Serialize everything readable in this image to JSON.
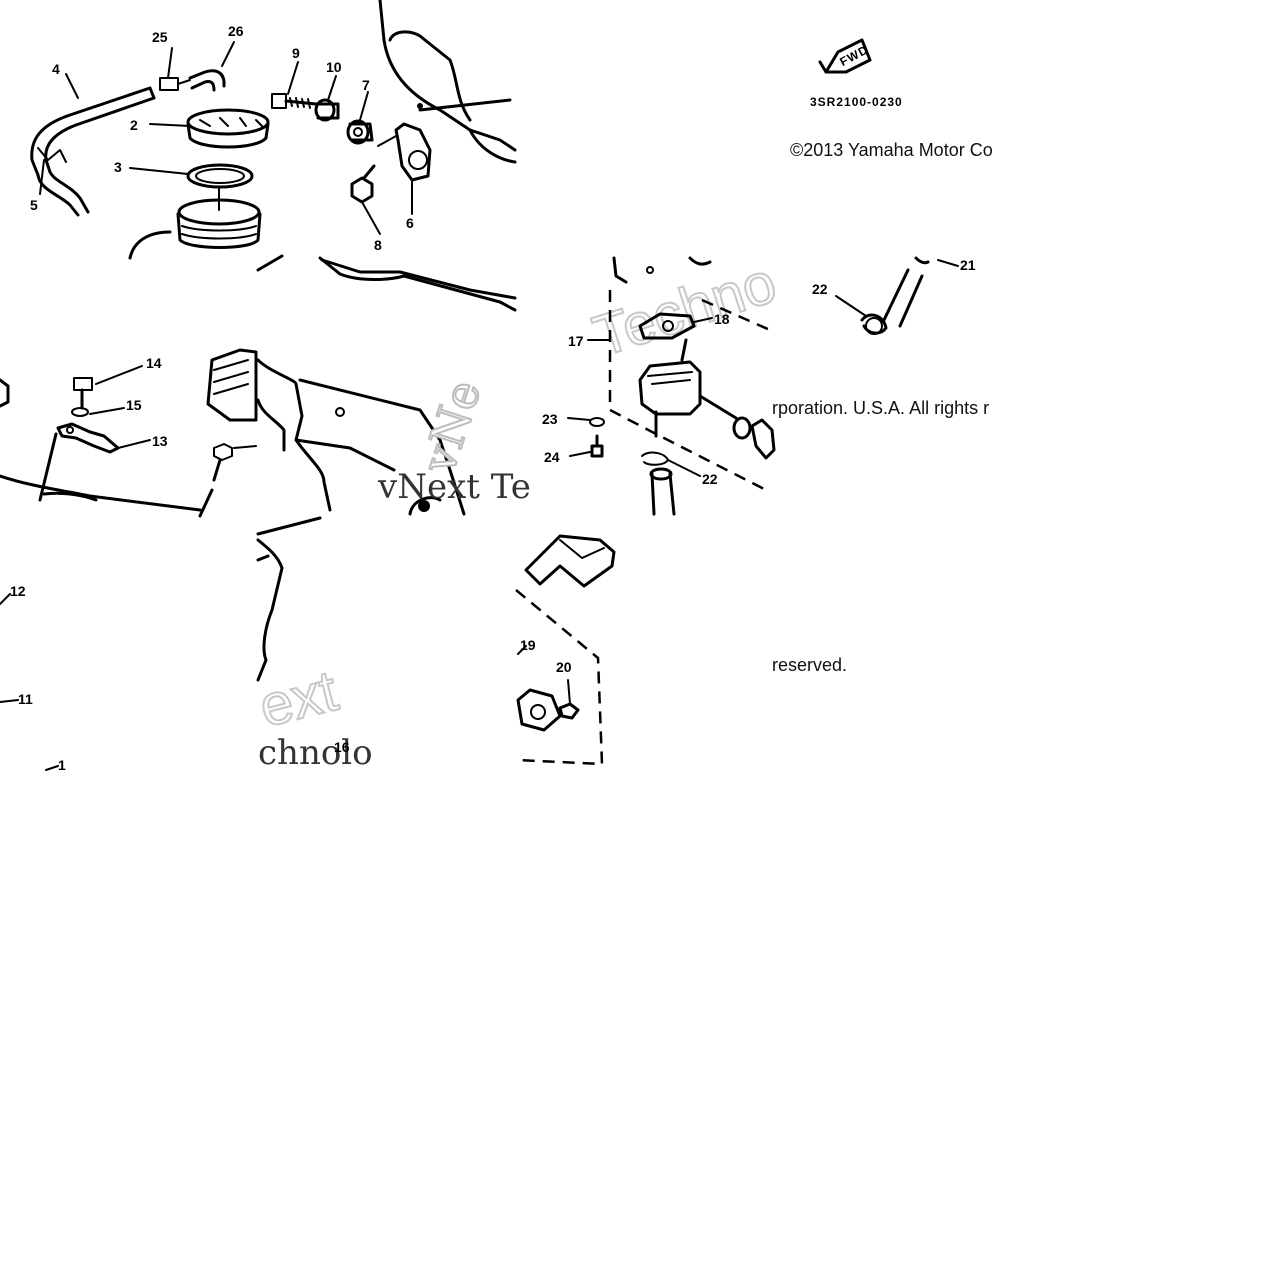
{
  "diagram": {
    "drawing_code": "3SR2100-0230",
    "fwd_label": "FWD",
    "copyright_fragments": [
      "©2013 Yamaha Motor Co",
      "rporation. U.S.A. All rights r",
      "reserved."
    ],
    "watermark_fragments": [
      "Techno",
      "vNext Te",
      "ext",
      "chnolo",
      "vNe"
    ],
    "callouts": [
      "1",
      "2",
      "3",
      "4",
      "5",
      "6",
      "7",
      "8",
      "9",
      "10",
      "11",
      "12",
      "13",
      "14",
      "15",
      "16",
      "17",
      "18",
      "19",
      "20",
      "21",
      "22",
      "22",
      "23",
      "24",
      "25",
      "26"
    ]
  }
}
